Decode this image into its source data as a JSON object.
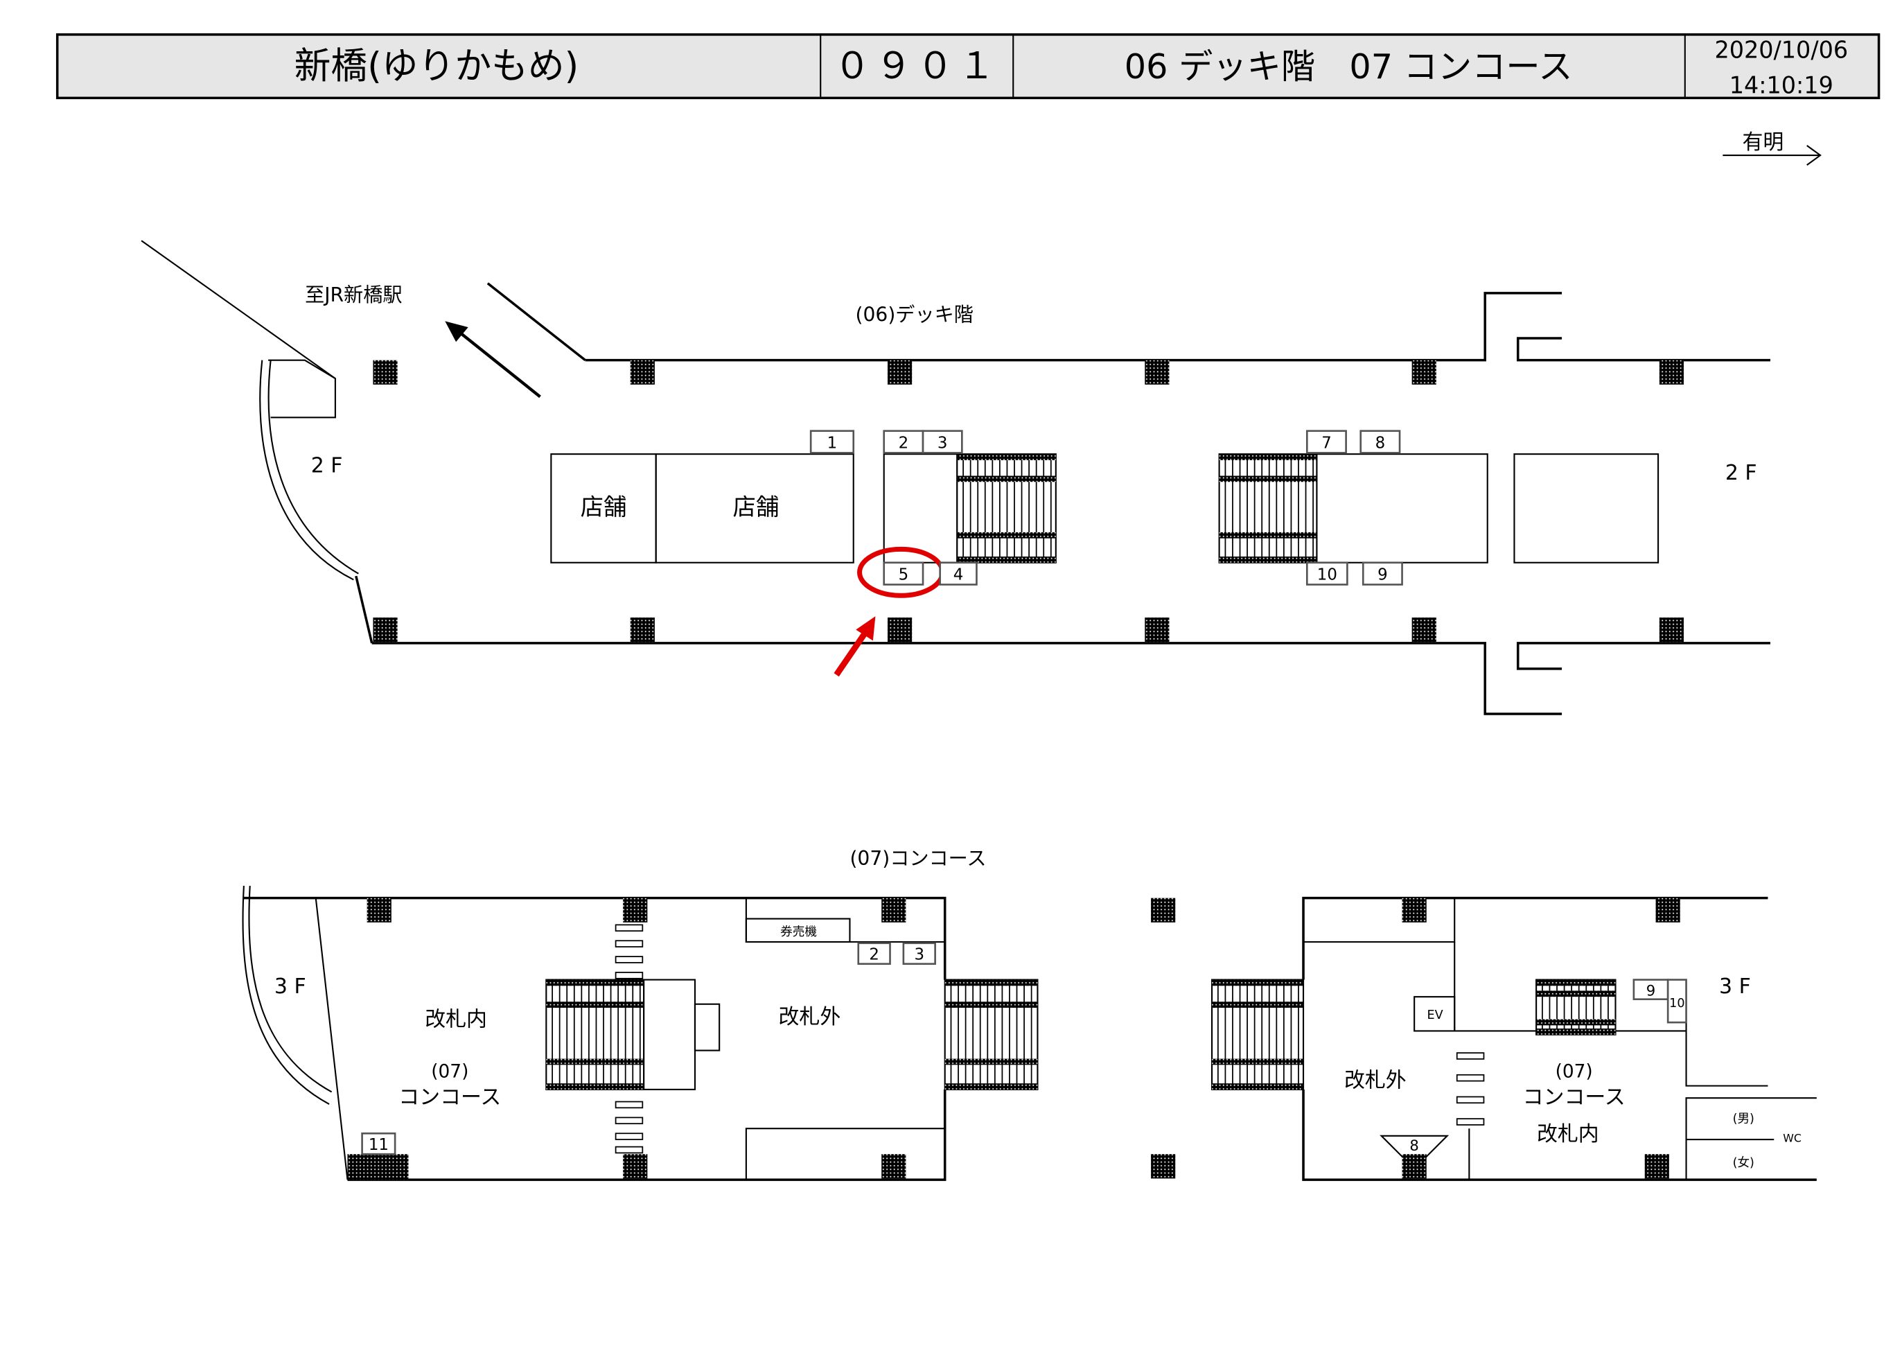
{
  "header": {
    "station": "新橋(ゆりかもめ)",
    "code": "０９０１",
    "floors": "06 デッキ階　07 コンコース",
    "date": "2020/10/06",
    "time": "14:10:19"
  },
  "direction": "有明",
  "deck": {
    "title": "(06)デッキ階",
    "to_jr": "至JR新橋駅",
    "floor_left": "2 F",
    "floor_right": "2 F",
    "shop1": "店舗",
    "shop2": "店舗",
    "boxes": [
      "1",
      "2",
      "3",
      "4",
      "5",
      "7",
      "8",
      "9",
      "10"
    ],
    "highlighted": "5",
    "highlight_color": "#e00000"
  },
  "concourse": {
    "title": "(07)コンコース",
    "left": {
      "floor": "3 F",
      "inside": "改札内",
      "num": "(07)",
      "name": "コンコース",
      "outside": "改札外",
      "ticket": "券売機",
      "boxes": [
        "2",
        "3",
        "11"
      ]
    },
    "right": {
      "floor": "3 F",
      "outside": "改札外",
      "num": "(07)",
      "name": "コンコース",
      "inside": "改札内",
      "ev": "EV",
      "men": "(男)",
      "wc": "WC",
      "women": "(女)",
      "boxes": [
        "8",
        "9",
        "10"
      ]
    }
  }
}
